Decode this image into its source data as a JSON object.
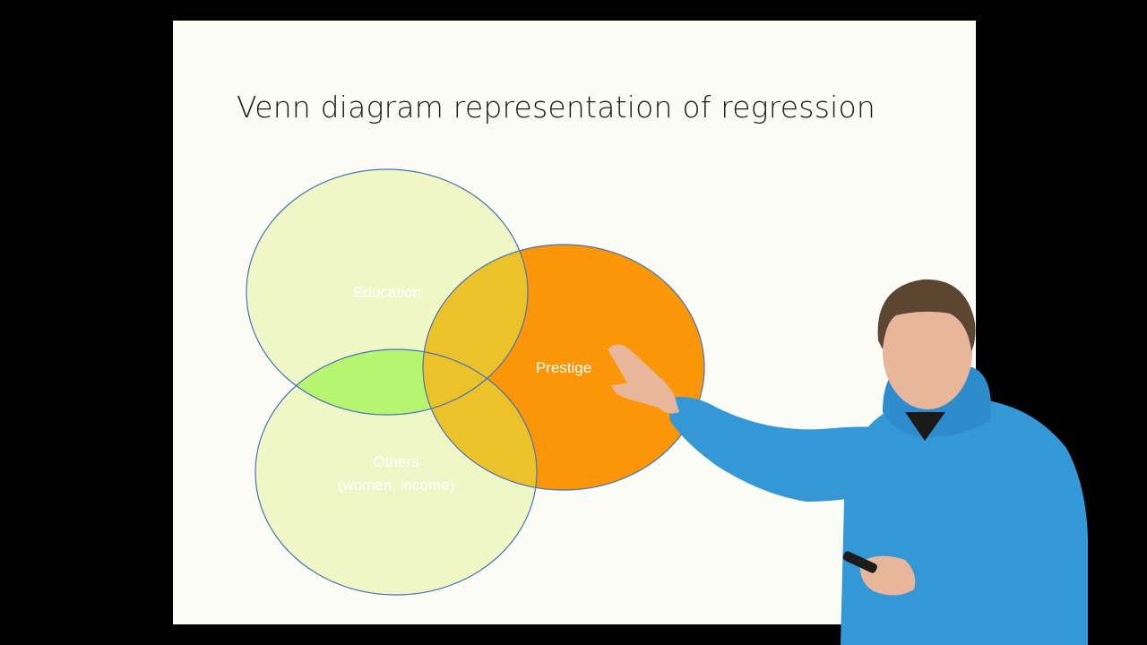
{
  "slide": {
    "title": "Venn diagram representation of regression"
  },
  "venn": {
    "sets": [
      {
        "key": "education",
        "label": "Education",
        "fill": "#eff7c7",
        "stroke": "#4a74b4"
      },
      {
        "key": "prestige",
        "label": "Prestige",
        "fill": "#fb9608",
        "stroke": "#4a74b4"
      },
      {
        "key": "others",
        "label": "Others",
        "sublabel": "(women, income)",
        "fill": "#eff7c7",
        "stroke": "#4a74b4"
      }
    ],
    "overlap_colors": {
      "education_others": "#b6f56f",
      "prestige_overlap": "#ecc22b"
    }
  },
  "presenter": {
    "shirt_color": "#3498d6",
    "skin_color": "#e8b79b",
    "hair_color": "#5c4632"
  }
}
